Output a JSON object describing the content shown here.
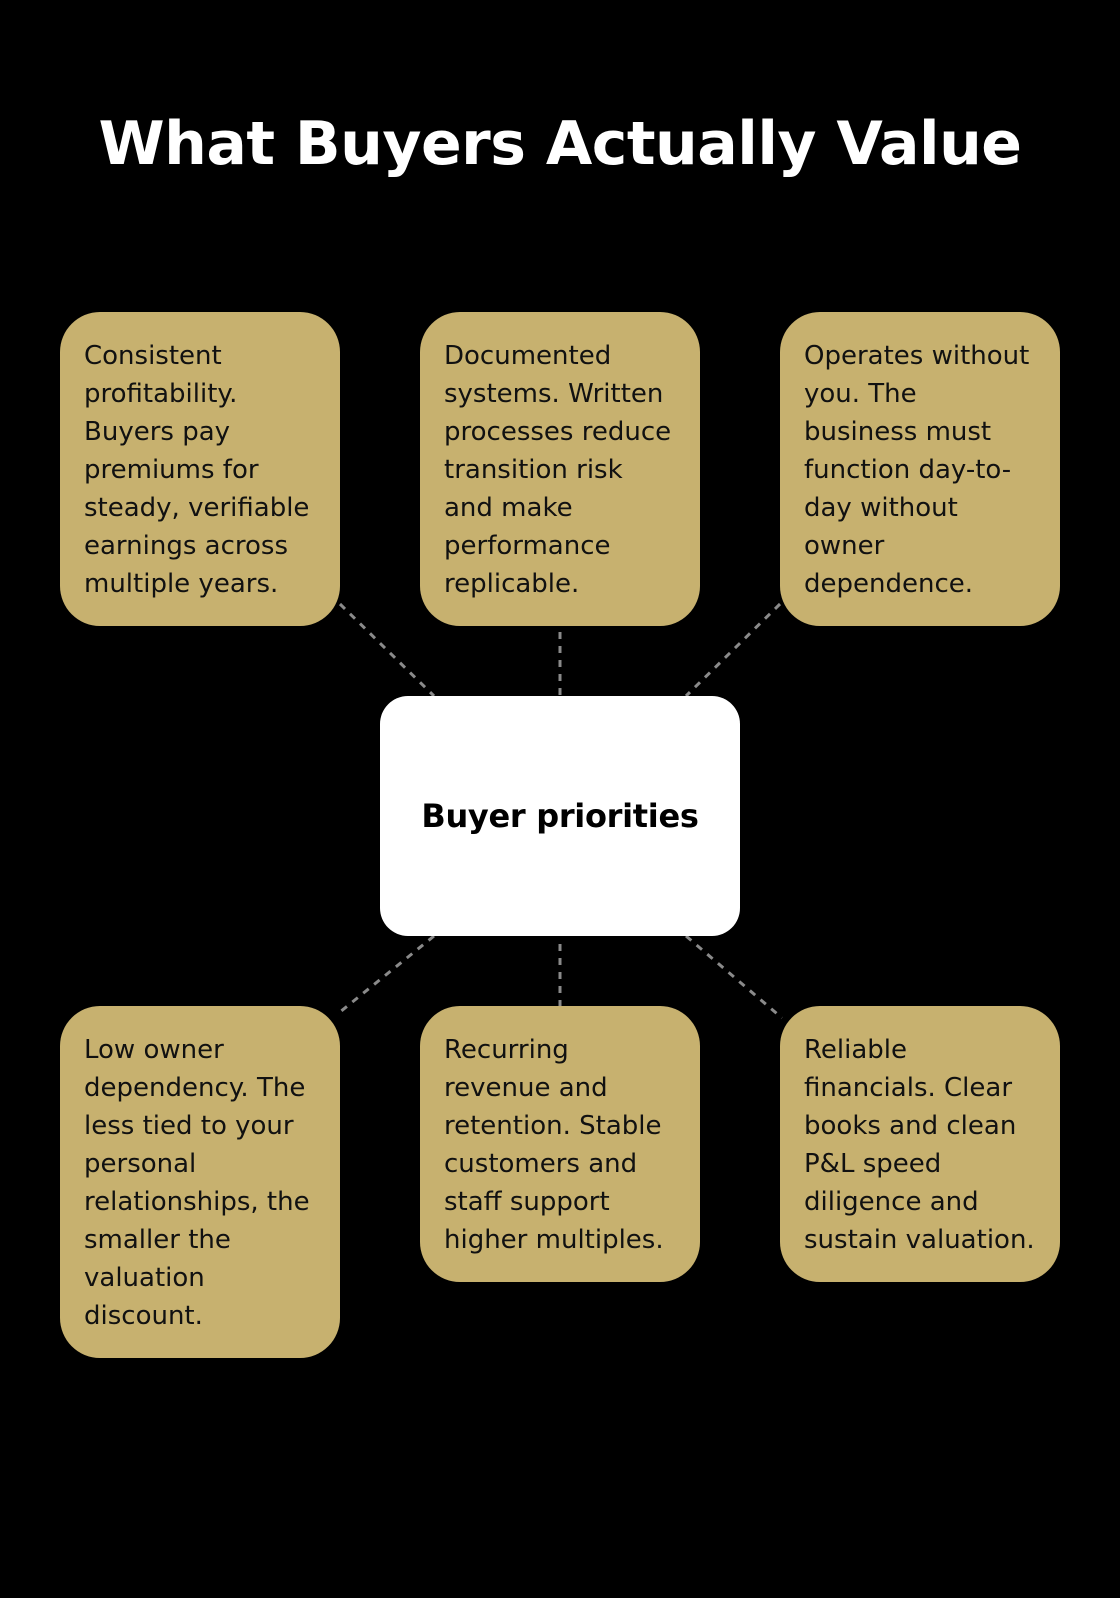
{
  "title": "What Buyers Actually Value",
  "colors": {
    "background": "#000000",
    "card": "#c7b16f",
    "hub": "#ffffff",
    "connector": "#8a8a8a"
  },
  "hub": {
    "label": "Buyer priorities"
  },
  "cards": [
    {
      "text": "Consistent profitability. Buyers pay premiums for steady, verifiable earnings across multiple years."
    },
    {
      "text": "Documented systems. Written processes reduce transition risk and make performance replicable."
    },
    {
      "text": "Operates without you. The business must function day-to-day without owner dependence."
    },
    {
      "text": "Low owner dependency. The less tied to your personal relationships, the smaller the valuation discount."
    },
    {
      "text": "Recurring revenue and retention. Stable customers and staff support higher multiples."
    },
    {
      "text": "Reliable financials. Clear books and clean P&L speed diligence and sustain valuation."
    }
  ]
}
